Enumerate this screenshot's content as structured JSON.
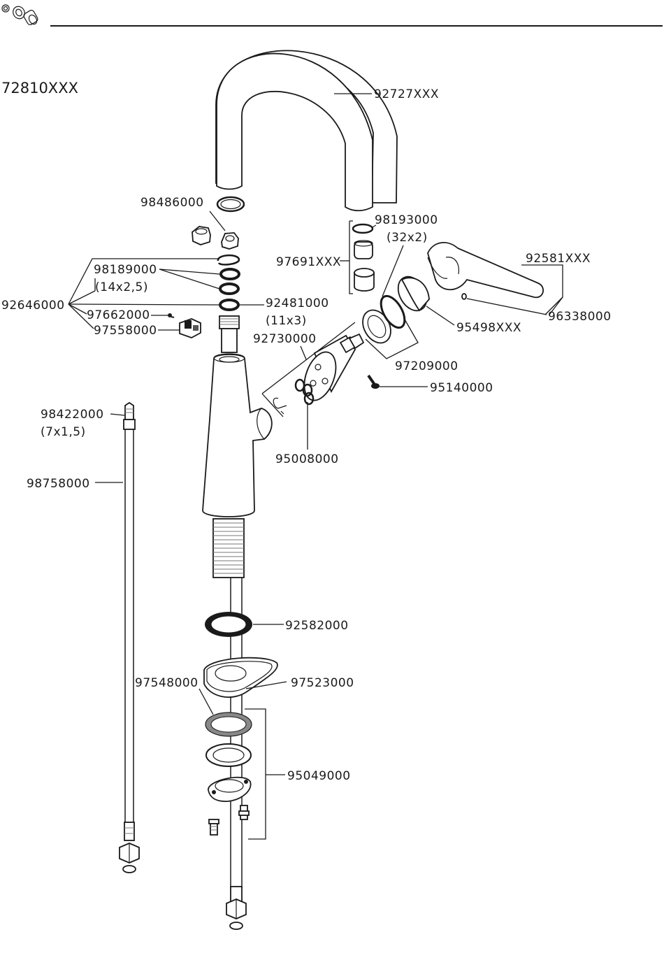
{
  "model_number": "72810XXX",
  "header_icon": "tools-icon",
  "parts": [
    {
      "id": "p92727",
      "number": "92727XXX"
    },
    {
      "id": "p98486",
      "number": "98486000"
    },
    {
      "id": "p98193",
      "number": "98193000",
      "size": "(32x2)"
    },
    {
      "id": "p97691",
      "number": "97691XXX"
    },
    {
      "id": "p92581",
      "number": "92581XXX"
    },
    {
      "id": "p98189",
      "number": "98189000",
      "size": "(14x2,5)"
    },
    {
      "id": "p92646",
      "number": "92646000"
    },
    {
      "id": "p92481",
      "number": "92481000",
      "size": "(11x3)"
    },
    {
      "id": "p96338",
      "number": "96338000"
    },
    {
      "id": "p97662",
      "number": "97662000"
    },
    {
      "id": "p97558",
      "number": "97558000"
    },
    {
      "id": "p95498",
      "number": "95498XXX"
    },
    {
      "id": "p92730",
      "number": "92730000"
    },
    {
      "id": "p97209",
      "number": "97209000"
    },
    {
      "id": "p95140",
      "number": "95140000"
    },
    {
      "id": "p98422",
      "number": "98422000",
      "size": "(7x1,5)"
    },
    {
      "id": "p95008",
      "number": "95008000"
    },
    {
      "id": "p98758",
      "number": "98758000"
    },
    {
      "id": "p92582",
      "number": "92582000"
    },
    {
      "id": "p97548",
      "number": "97548000"
    },
    {
      "id": "p97523",
      "number": "97523000"
    },
    {
      "id": "p95049",
      "number": "95049000"
    }
  ]
}
